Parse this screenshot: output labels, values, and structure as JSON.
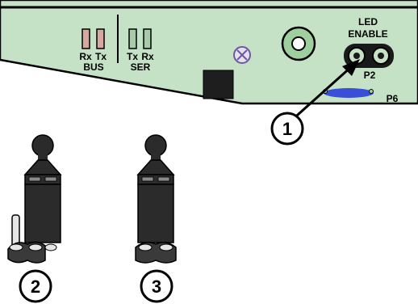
{
  "board": {
    "bus_leds": {
      "rx": "Rx",
      "tx": "Tx",
      "group": "BUS"
    },
    "ser_leds": {
      "tx": "Tx",
      "rx": "Rx",
      "group": "SER"
    },
    "jumper_header": {
      "line1": "LED",
      "line2": "ENABLE",
      "ref": "P2"
    },
    "connector_ref": "P6"
  },
  "callouts": [
    {
      "label": "1"
    },
    {
      "label": "2"
    },
    {
      "label": "3"
    }
  ],
  "colors": {
    "board": "#c6e2c6",
    "bus_led": "#d8a8a0",
    "ser_led": "#a8cca8",
    "ground_pad": "#9fcf9f",
    "connector": "#3a4fd8",
    "jumper": "#2b2b2b"
  }
}
